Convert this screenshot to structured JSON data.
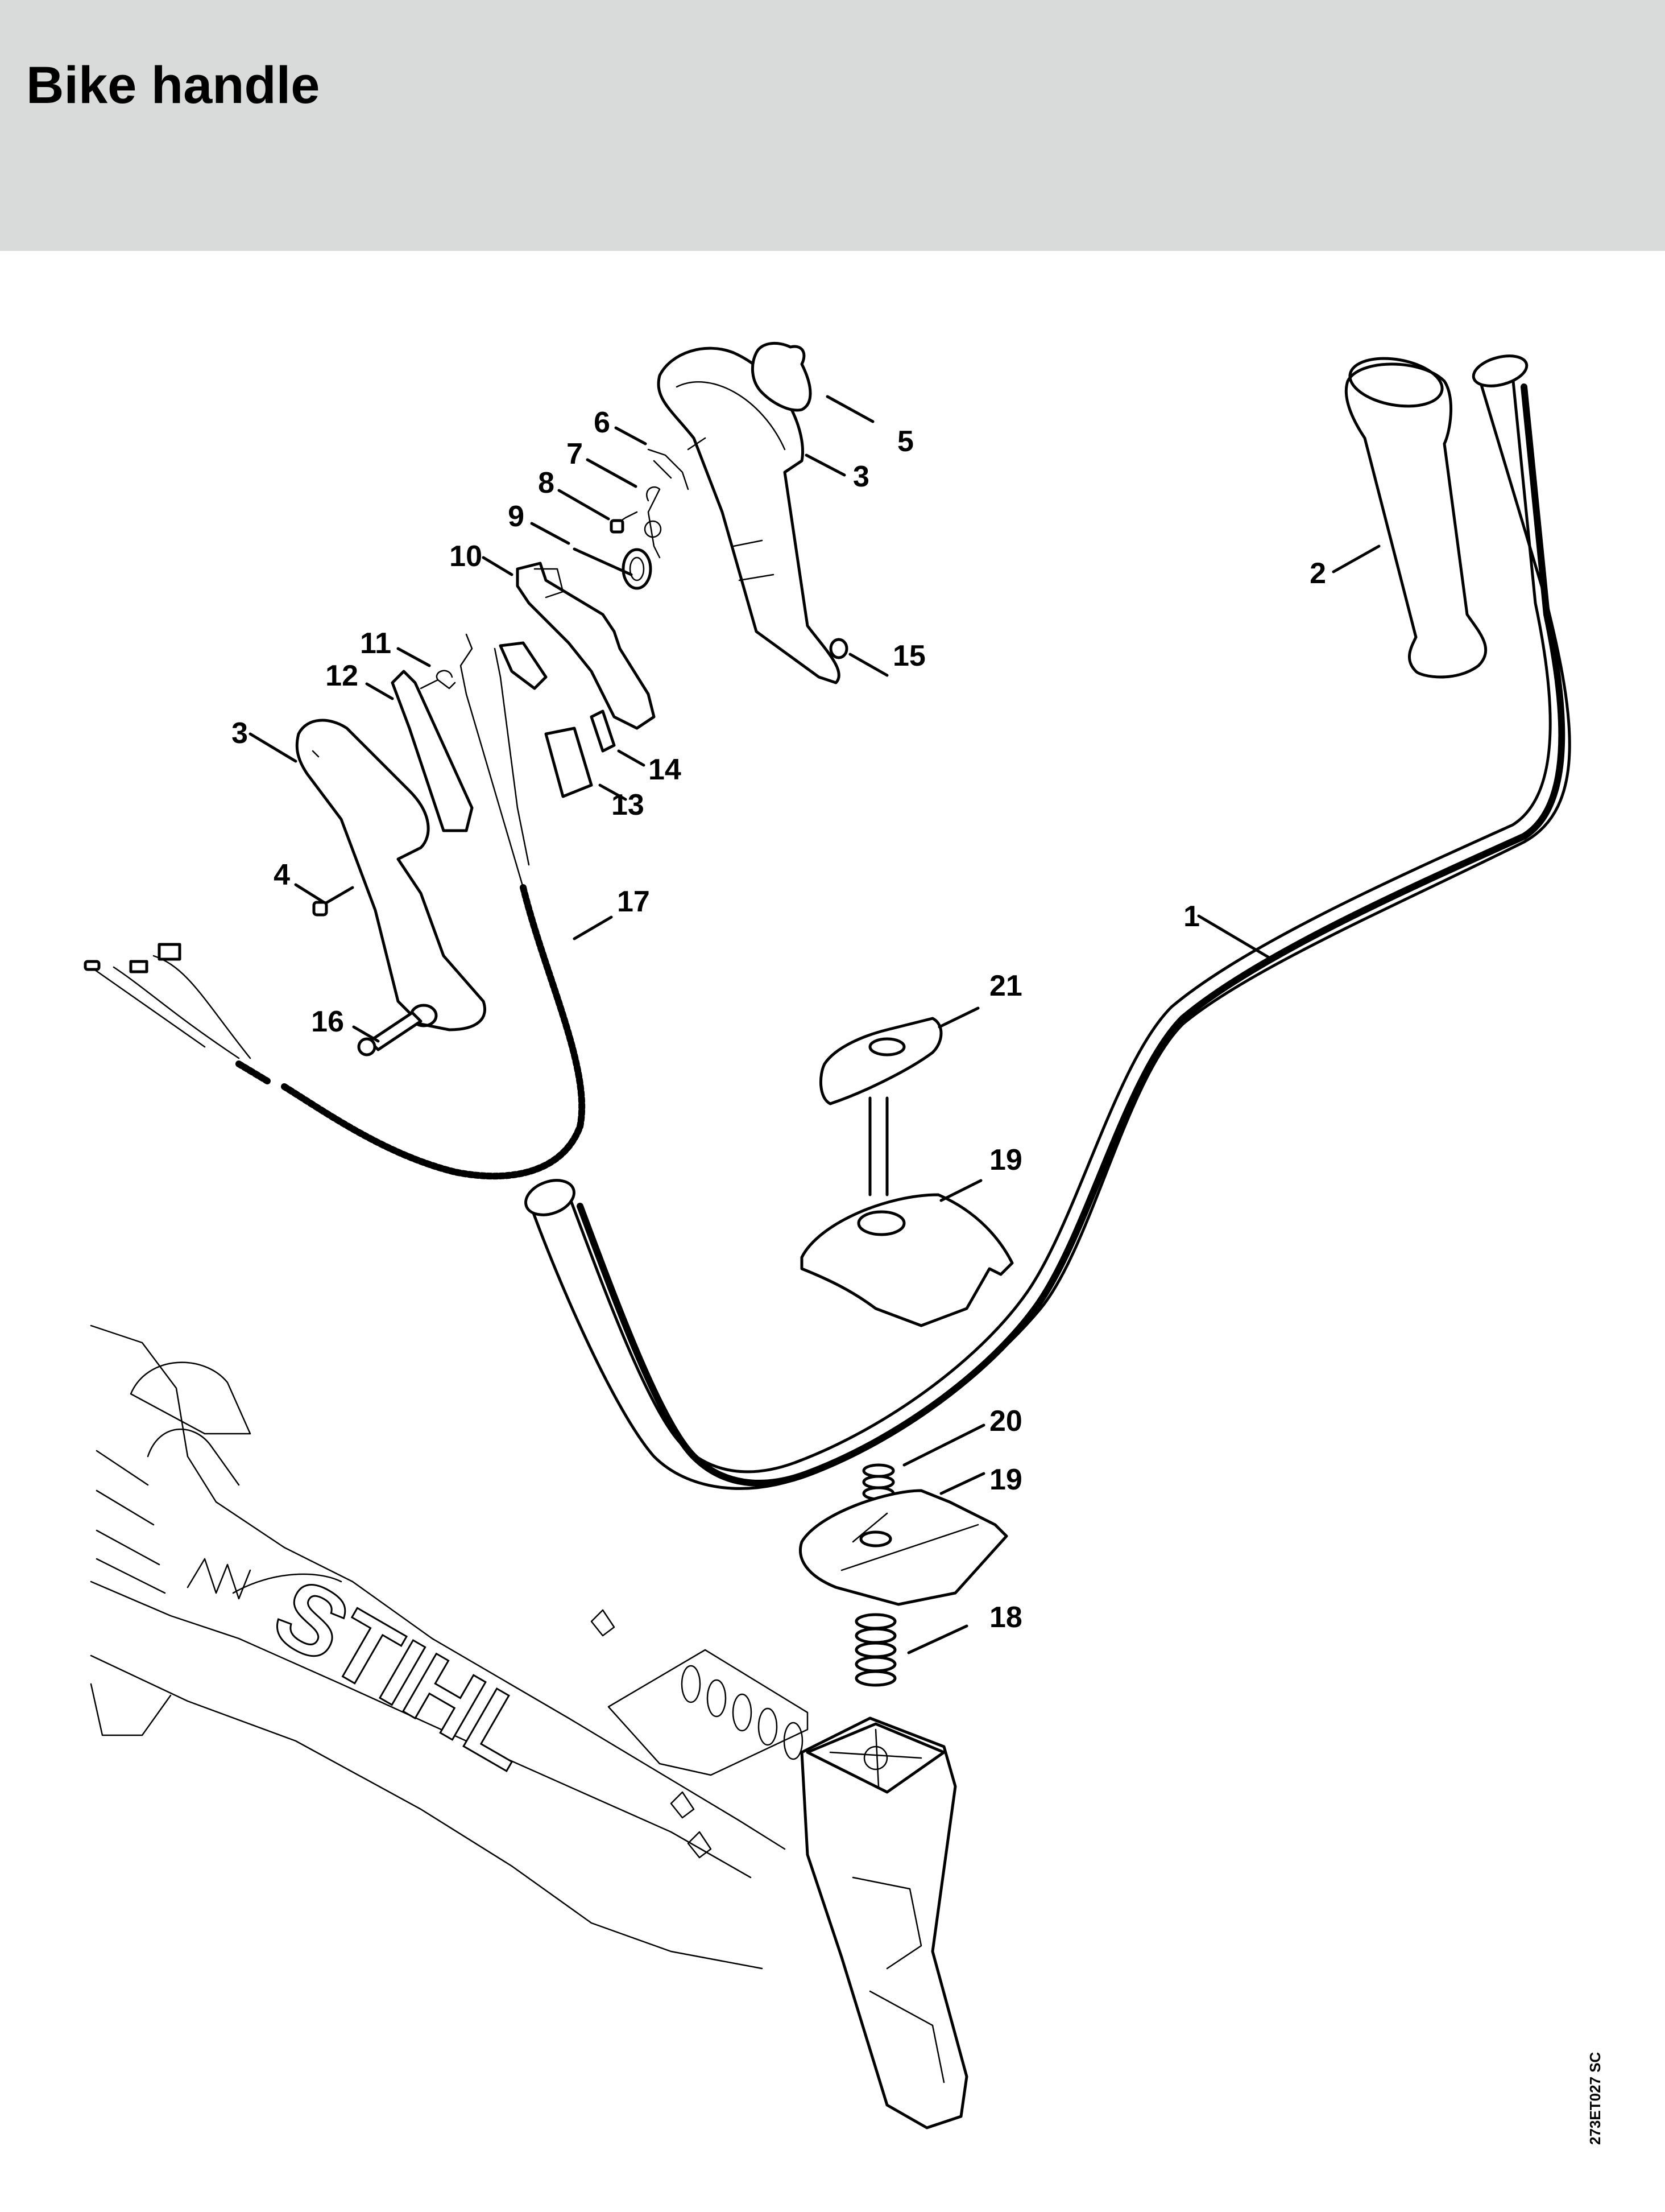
{
  "header": {
    "title": "Bike handle",
    "background": "#d9dbda"
  },
  "figure_reference": "273ET027 SC",
  "brand_mark": "STIHL",
  "callouts": [
    {
      "id": "c1",
      "label": "1",
      "part": "handlebar"
    },
    {
      "id": "c2",
      "label": "2",
      "part": "grip"
    },
    {
      "id": "c3a",
      "label": "3",
      "part": "control-handle-half-right"
    },
    {
      "id": "c3b",
      "label": "3",
      "part": "control-handle-half-left"
    },
    {
      "id": "c4",
      "label": "4",
      "part": "screw"
    },
    {
      "id": "c5",
      "label": "5",
      "part": "knob"
    },
    {
      "id": "c6",
      "label": "6",
      "part": "contact-spring"
    },
    {
      "id": "c7",
      "label": "7",
      "part": "wire-spring"
    },
    {
      "id": "c8",
      "label": "8",
      "part": "screw-small"
    },
    {
      "id": "c9",
      "label": "9",
      "part": "torsion-spring"
    },
    {
      "id": "c10",
      "label": "10",
      "part": "trigger"
    },
    {
      "id": "c11",
      "label": "11",
      "part": "torsion-spring-small"
    },
    {
      "id": "c12",
      "label": "12",
      "part": "interlock-lever"
    },
    {
      "id": "c13",
      "label": "13",
      "part": "switch"
    },
    {
      "id": "c14",
      "label": "14",
      "part": "switch-cover"
    },
    {
      "id": "c15",
      "label": "15",
      "part": "nut"
    },
    {
      "id": "c16",
      "label": "16",
      "part": "screw-long"
    },
    {
      "id": "c17",
      "label": "17",
      "part": "cable-harness"
    },
    {
      "id": "c18",
      "label": "18",
      "part": "spring-large"
    },
    {
      "id": "c19a",
      "label": "19",
      "part": "clamp-upper"
    },
    {
      "id": "c19b",
      "label": "19",
      "part": "clamp-lower"
    },
    {
      "id": "c20",
      "label": "20",
      "part": "spring-small"
    },
    {
      "id": "c21",
      "label": "21",
      "part": "wing-screw"
    }
  ]
}
